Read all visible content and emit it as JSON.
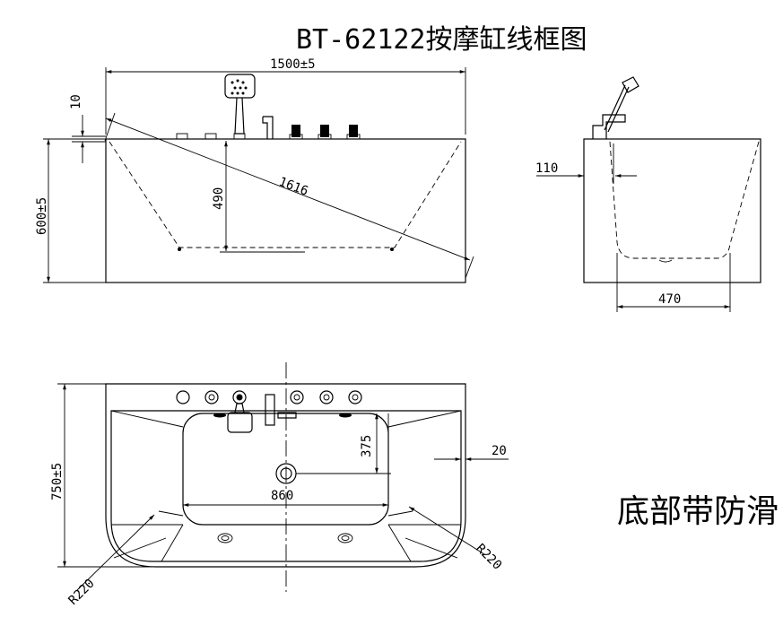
{
  "title": "BT-62122按摩缸线框图",
  "note": "底部带防滑",
  "dimensions": {
    "front_length": "1500±5",
    "front_height": "600±5",
    "rim_offset": "10",
    "inner_depth": "490",
    "diagonal": "1616",
    "side_rim": "110",
    "side_bottom": "470",
    "top_width": "750±5",
    "top_inner_length": "860",
    "top_half_width": "375",
    "top_wall": "20",
    "radius_left": "R220",
    "radius_right": "R220"
  }
}
